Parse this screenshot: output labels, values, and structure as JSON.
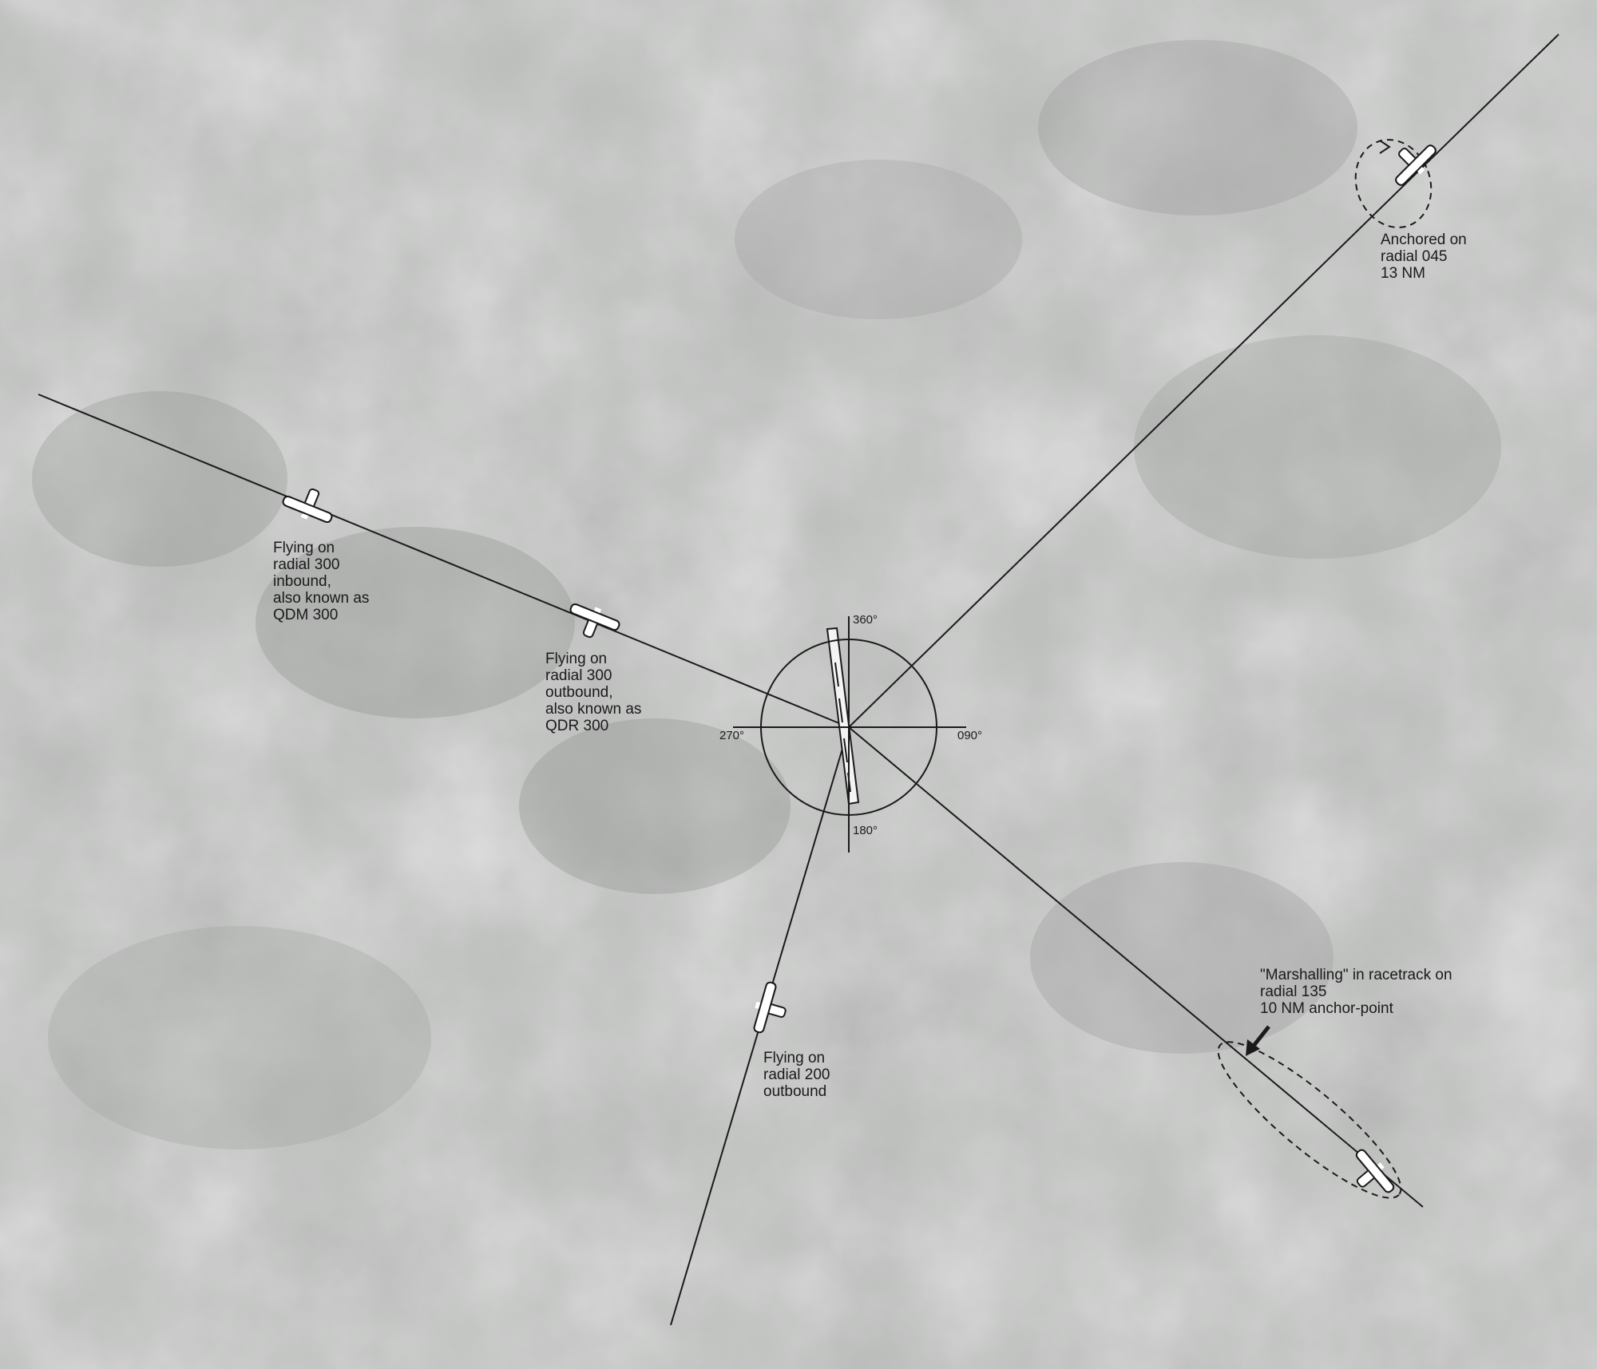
{
  "compass": {
    "north": "360°",
    "east": "090°",
    "south": "180°",
    "west": "270°"
  },
  "annotations": {
    "radial_045": [
      "Anchored on",
      "radial 045",
      "13 NM"
    ],
    "radial_300_inbound": [
      "Flying on",
      "radial 300",
      "inbound,",
      "also known as",
      "QDM 300"
    ],
    "radial_300_outbound": [
      "Flying on",
      "radial 300",
      "outbound,",
      "also known as",
      "QDR 300"
    ],
    "radial_200_outbound": [
      "Flying on",
      "radial 200",
      "outbound"
    ],
    "radial_135_marshalling": [
      "\"Marshalling\" in racetrack on",
      "radial 135",
      "10 NM anchor-point"
    ]
  },
  "colors": {
    "background": "#b9bbb9",
    "line": "#1a1a1a",
    "aircraft_fill": "#ffffff"
  }
}
